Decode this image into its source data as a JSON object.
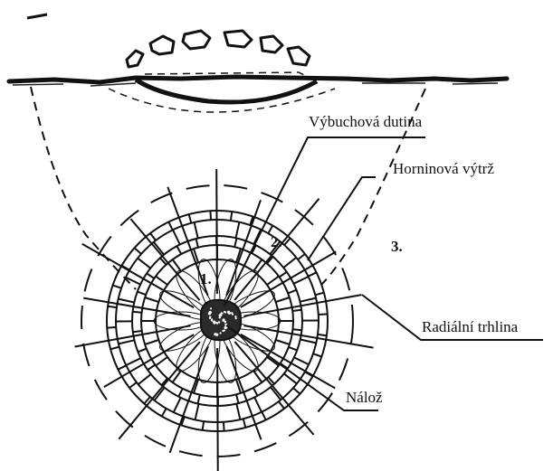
{
  "labels": {
    "cavity": "Výbuchová dutina",
    "crater": "Horninová výtrž",
    "radial_crack": "Radiální trhlina",
    "charge": "Nálož"
  },
  "zones": {
    "zone1": "1.",
    "zone2": "2.",
    "zone3": "3."
  },
  "colors": {
    "ink": "#111111",
    "background": "#ffffff"
  }
}
